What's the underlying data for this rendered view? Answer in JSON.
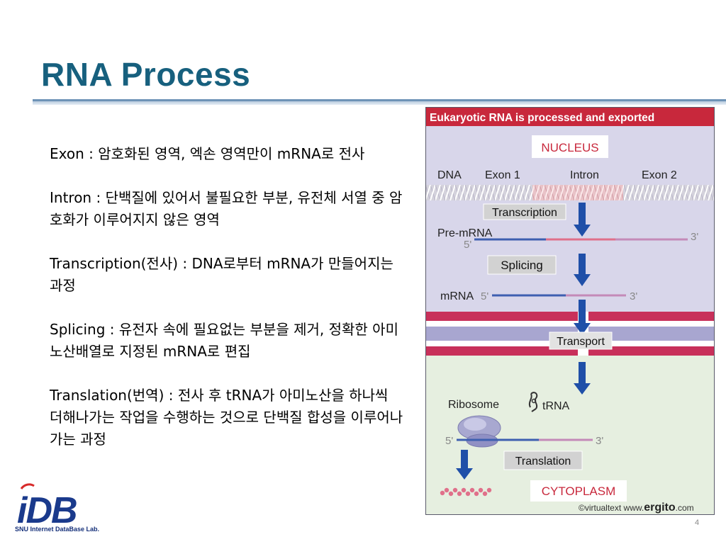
{
  "slide": {
    "title": "RNA Process",
    "page_number": "4"
  },
  "definitions": [
    {
      "text": "Exon : 암호화된 영역, 엑손 영역만이 mRNA로 전사"
    },
    {
      "text": "Intron : 단백질에 있어서 불필요한 부분, 유전체 서열 중 암호화가 이루어지지 않은 영역"
    },
    {
      "text": "Transcription(전사) : DNA로부터 mRNA가 만들어지는 과정"
    },
    {
      "text": "Splicing : 유전자 속에 필요없는 부분을 제거, 정확한 아미노산배열로 지정된 mRNA로 편집"
    },
    {
      "text": "Translation(번역) : 전사 후 tRNA가 아미노산을 하나씩 더해나가는 작업을 수행하는 것으로 단백질 합성을 이루어나가는 과정"
    }
  ],
  "diagram": {
    "header": "Eukaryotic RNA is processed and exported",
    "nucleus": "NUCLEUS",
    "dna": "DNA",
    "exon1": "Exon 1",
    "intron": "Intron",
    "exon2": "Exon 2",
    "transcription": "Transcription",
    "pre_mrna": "Pre-mRNA",
    "five_prime": "5'",
    "three_prime": "3'",
    "splicing": "Splicing",
    "mrna": "mRNA",
    "transport": "Transport",
    "ribosome": "Ribosome",
    "trna": "tRNA",
    "translation": "Translation",
    "cytoplasm": "CYTOPLASM",
    "credit_prefix": "©virtualtext www.",
    "credit_brand": "ergito",
    "credit_suffix": ".com",
    "colors": {
      "header_red": "#c8283c",
      "exon_blue": "#3e5fb0",
      "intron_pink": "#e0708a",
      "arrow_blue": "#1f4fa8",
      "nucleus_bg": "#d8d6ea",
      "cytoplasm_bg": "#e6efe0"
    }
  },
  "logo": {
    "letters": "iDB",
    "caption": "SNU Internet DataBase Lab."
  }
}
